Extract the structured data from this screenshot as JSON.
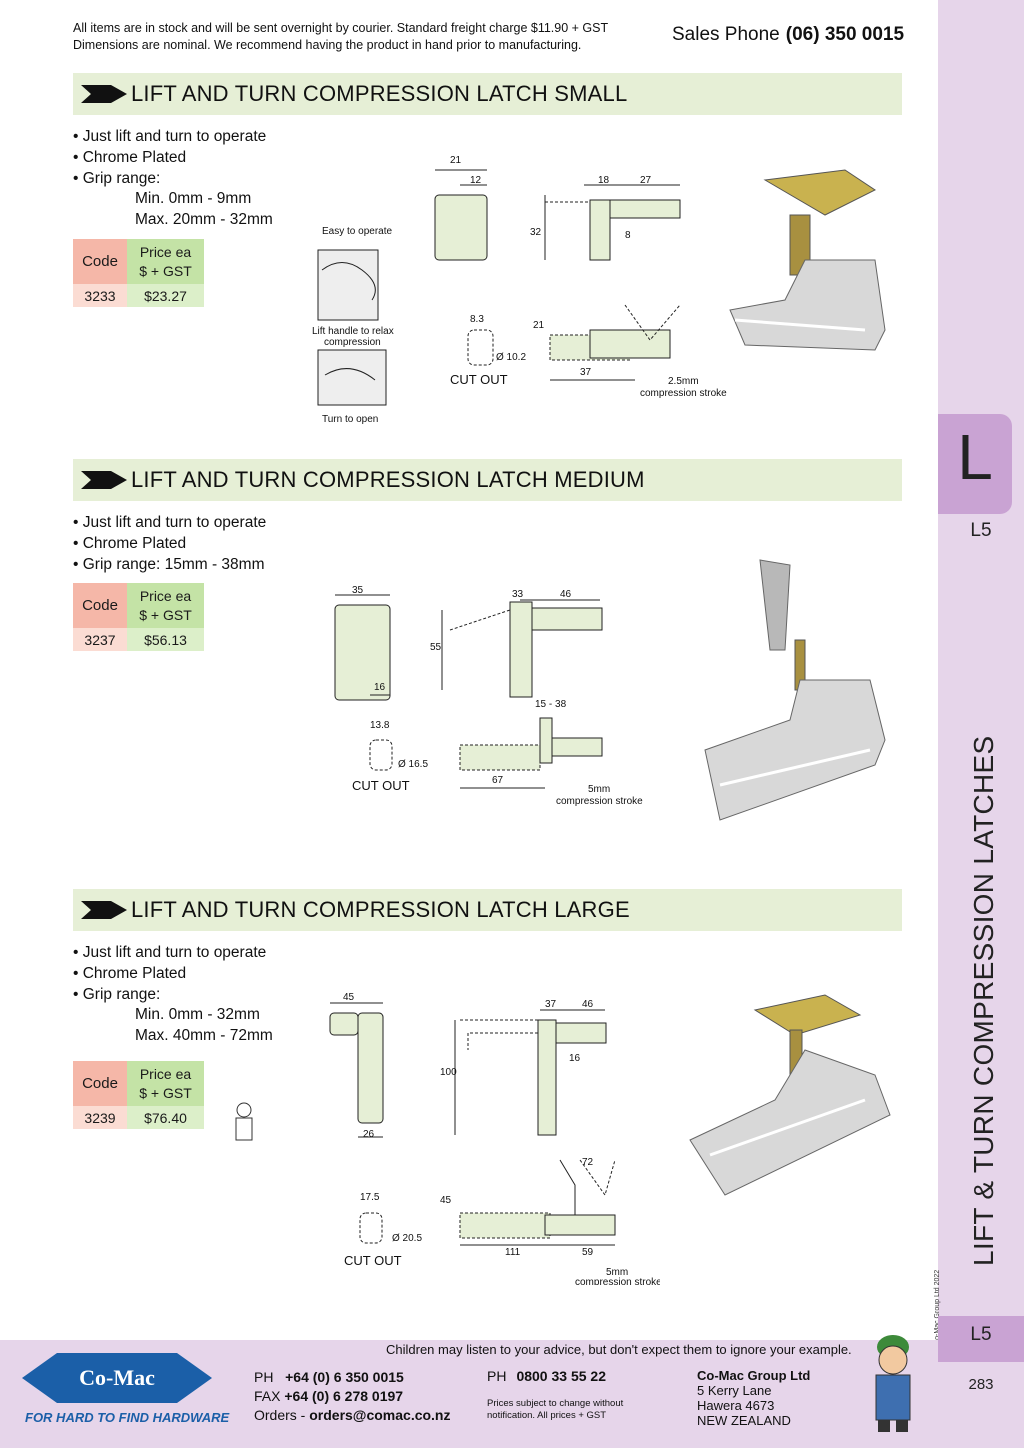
{
  "header": {
    "notice_line1": "All items are in stock and will be sent overnight by courier. Standard freight charge $11.90 + GST",
    "notice_line2": "Dimensions are nominal. We recommend having the product in hand prior to manufacturing.",
    "sales_label": "Sales Phone",
    "sales_number": "(06) 350 0015"
  },
  "sidebar": {
    "tab_letter": "L",
    "tab_code": "L5",
    "vertical_title": "LIFT & TURN COMPRESSION LATCHES",
    "copyright": "© Co-Mac Group Ltd 2022",
    "footer_code": "L5",
    "page_number": "283"
  },
  "sections": [
    {
      "title": "LIFT AND TURN COMPRESSION LATCH SMALL",
      "bullets": [
        "• Just lift and turn to operate",
        "• Chrome Plated",
        "• Grip range:"
      ],
      "sub": [
        "Min.  0mm - 9mm",
        "Max. 20mm - 32mm"
      ],
      "table": {
        "code_header": "Code",
        "price_header_1": "Price ea",
        "price_header_2": "$ + GST",
        "code": "3233",
        "price": "$23.27"
      },
      "labels": {
        "easy": "Easy to operate",
        "lift1": "Lift handle to relax",
        "lift2": "compression",
        "turn": "Turn to open",
        "cutout": "CUT OUT",
        "stroke1": "2.5mm",
        "stroke2": "compression stroke",
        "d21": "21",
        "d12": "12",
        "d18": "18",
        "d27": "27",
        "d32": "32",
        "d8": "8",
        "d83": "8.3",
        "d21b": "21",
        "dia": "Ø 10.2",
        "d37": "37"
      }
    },
    {
      "title": "LIFT AND TURN COMPRESSION LATCH MEDIUM",
      "bullets": [
        "• Just lift and turn to operate",
        "• Chrome Plated",
        "• Grip range: 15mm - 38mm"
      ],
      "sub": [],
      "table": {
        "code_header": "Code",
        "price_header_1": "Price ea",
        "price_header_2": "$ + GST",
        "code": "3237",
        "price": "$56.13"
      },
      "labels": {
        "cutout": "CUT OUT",
        "stroke1": "5mm",
        "stroke2": "compression stroke",
        "d35": "35",
        "d16": "16",
        "d33": "33",
        "d46": "46",
        "d55": "55",
        "d138": "13.8",
        "dia": "Ø 16.5",
        "grip": "15 - 38",
        "d67": "67"
      }
    },
    {
      "title": "LIFT AND TURN COMPRESSION LATCH LARGE",
      "bullets": [
        "• Just lift and turn to operate",
        "• Chrome Plated",
        "• Grip range:"
      ],
      "sub": [
        "Min.  0mm - 32mm",
        "Max. 40mm - 72mm"
      ],
      "table": {
        "code_header": "Code",
        "price_header_1": "Price ea",
        "price_header_2": "$ + GST",
        "code": "3239",
        "price": "$76.40"
      },
      "labels": {
        "cutout": "CUT OUT",
        "stroke1": "5mm",
        "stroke2": "compression stroke",
        "d45": "45",
        "d26": "26",
        "d37": "37",
        "d46": "46",
        "d16": "16",
        "d100": "100",
        "d175": "17.5",
        "dia": "Ø 20.5",
        "d45b": "45",
        "d72": "72",
        "d111": "111",
        "d59": "59"
      }
    }
  ],
  "footer": {
    "tagline": "Children may listen to your advice, but don't expect them to ignore your example.",
    "logo_text": "Co-Mac",
    "logo_tag": "FOR HARD TO FIND HARDWARE",
    "ph_label": "PH",
    "ph_number": "+64 (0) 6 350 0015",
    "fax_label": "FAX",
    "fax_number": "+64 (0) 6 278 0197",
    "orders_label": "Orders -",
    "orders_email": "orders@comac.co.nz",
    "ph2_label": "PH",
    "ph2_number": "0800 33 55 22",
    "prices_note_1": "Prices subject to change without",
    "prices_note_2": "notification. All prices + GST",
    "company": "Co-Mac Group Ltd",
    "addr1": "5 Kerry Lane",
    "addr2": "Hawera 4673",
    "addr3": "NEW ZEALAND"
  },
  "colors": {
    "section_bar": "#e6efd6",
    "sidebar": "#e6d5ea",
    "tab": "#c9a3d3",
    "code_header": "#f5b7a8",
    "price_header": "#c4e3a6",
    "logo_blue": "#1b5fa8"
  }
}
